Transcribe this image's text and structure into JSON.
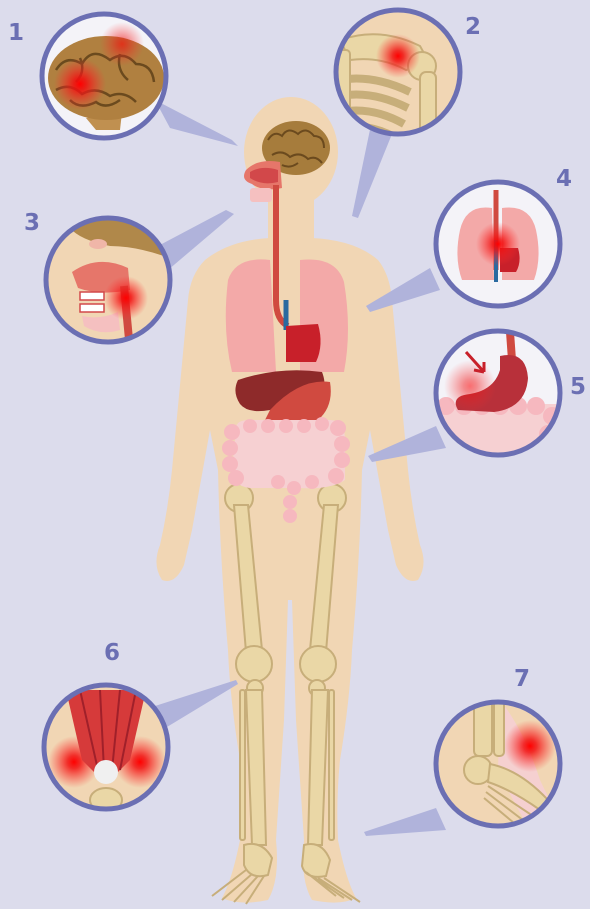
{
  "labels": [
    "1",
    "2",
    "3",
    "4",
    "5",
    "6",
    "7"
  ],
  "callouts": [
    {
      "label": "1",
      "subject": "brain"
    },
    {
      "label": "2",
      "subject": "shoulder-ribs"
    },
    {
      "label": "3",
      "subject": "mouth-throat"
    },
    {
      "label": "4",
      "subject": "lungs-heart"
    },
    {
      "label": "5",
      "subject": "stomach"
    },
    {
      "label": "6",
      "subject": "knee-muscle"
    },
    {
      "label": "7",
      "subject": "ankle-foot"
    }
  ],
  "colors": {
    "background": "#dcdcec",
    "skin": "#f1d6b4",
    "bone": "#ead7a6",
    "bone_outline": "#c7ae7a",
    "lung": "#f3a9a8",
    "heart": "#c8202a",
    "liver": "#8e2a2a",
    "intestine": "#f6b8bf",
    "callout_ring": "#6b6fb3",
    "callout_beam": "#b0b3db",
    "pain_red": "#e60000"
  }
}
